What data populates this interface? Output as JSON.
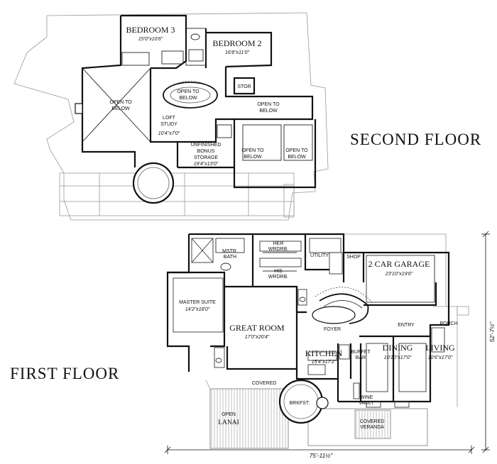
{
  "titles": {
    "second_floor": "SECOND FLOOR",
    "first_floor": "FIRST FLOOR"
  },
  "second_floor": {
    "bedroom3": {
      "name": "BEDROOM 3",
      "dims": "15'0\"x10'6\""
    },
    "bedroom2": {
      "name": "BEDROOM 2",
      "dims": "16'8\"x11'0\""
    },
    "open_below_left": [
      "OPEN TO",
      "BELOW"
    ],
    "open_below_stair": [
      "OPEN TO",
      "BELOW"
    ],
    "stor": "STOR",
    "open_below_right": [
      "OPEN TO",
      "BELOW"
    ],
    "loft": {
      "name": [
        "LOFT",
        "STUDY"
      ],
      "dims": "10'4\"x7'0\""
    },
    "bonus": {
      "name": [
        "UNFINISHED",
        "BONUS",
        "STORAGE"
      ],
      "dims": "19'4\"x13'0\""
    },
    "open_below_a": [
      "OPEN TO",
      "BELOW"
    ],
    "open_below_b": [
      "OPEN TO",
      "BELOW"
    ]
  },
  "first_floor": {
    "mstr_bath": [
      "MSTR.",
      "BATH"
    ],
    "her_wrdrb": [
      "HER",
      "WRDRB."
    ],
    "his_wrdrb": [
      "HIS",
      "WRDRB."
    ],
    "utility": "UTILITY",
    "shop": "SHOP",
    "garage": {
      "name": "2 CAR GARAGE",
      "dims": "23'10\"x19'6\""
    },
    "master_suite": {
      "name": "MASTER SUITE",
      "dims": "14'2\"x18'0\""
    },
    "great_room": {
      "name": "GREAT ROOM",
      "dims": "17'0\"x20'4\""
    },
    "foyer": "FOYER",
    "entry": "ENTRY",
    "porch": "PORCH",
    "kitchen": {
      "name": "KITCHEN",
      "dims": "15'4\"x17'2\""
    },
    "buffet": [
      "BUFFET",
      "BAR"
    ],
    "dining": {
      "name": "DINING",
      "dims": "10'10\"x17'0\""
    },
    "living": {
      "name": "LIVING",
      "dims": "10'6\"x17'0\""
    },
    "covered": "COVERED",
    "brkfst": "BRKFST.",
    "wine": [
      "WINE",
      "VAULT"
    ],
    "lanai": [
      "OPEN",
      "LANAI"
    ],
    "veranda": [
      "COVERED",
      "VERANDA"
    ],
    "width_dim": "75'-11½\"",
    "depth_dim": "52'-7½\""
  }
}
